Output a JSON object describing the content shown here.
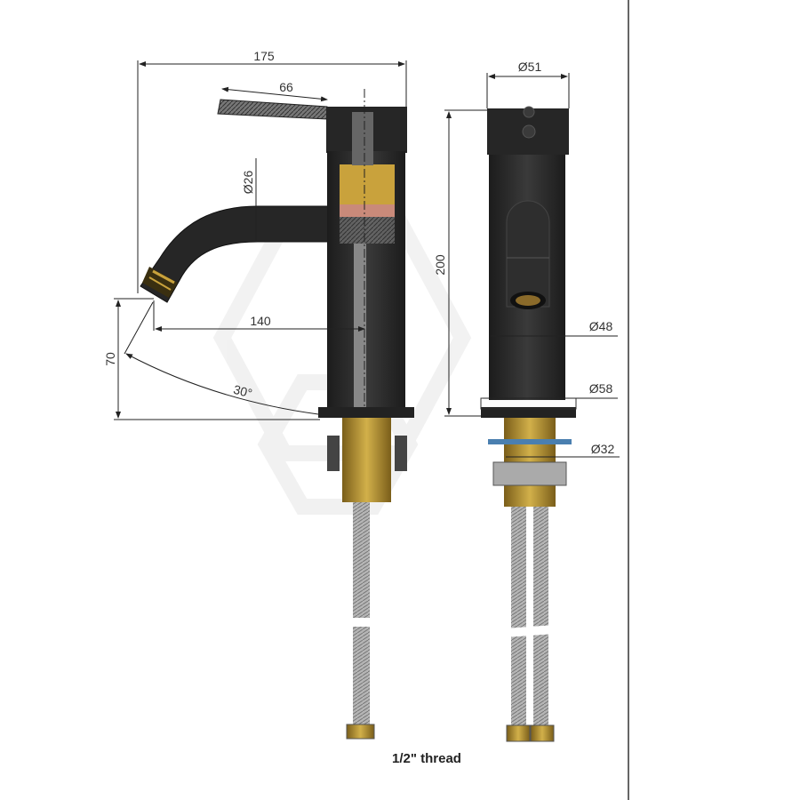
{
  "side_view": {
    "overall_width": "175",
    "lever_length": "66",
    "spout_diameter": "Ø26",
    "spout_reach": "140",
    "spout_height": "70",
    "lever_angle": "30°"
  },
  "front_view": {
    "top_diameter": "Ø51",
    "body_height": "200",
    "body_diameter": "Ø48",
    "base_diameter": "Ø58",
    "shank_diameter": "Ø32"
  },
  "note": "1/2\" thread",
  "colors": {
    "body": "#2b2b2b",
    "brass": "#b8952e",
    "hose": "#a8a8a8",
    "washer": "#4a7fb0"
  }
}
